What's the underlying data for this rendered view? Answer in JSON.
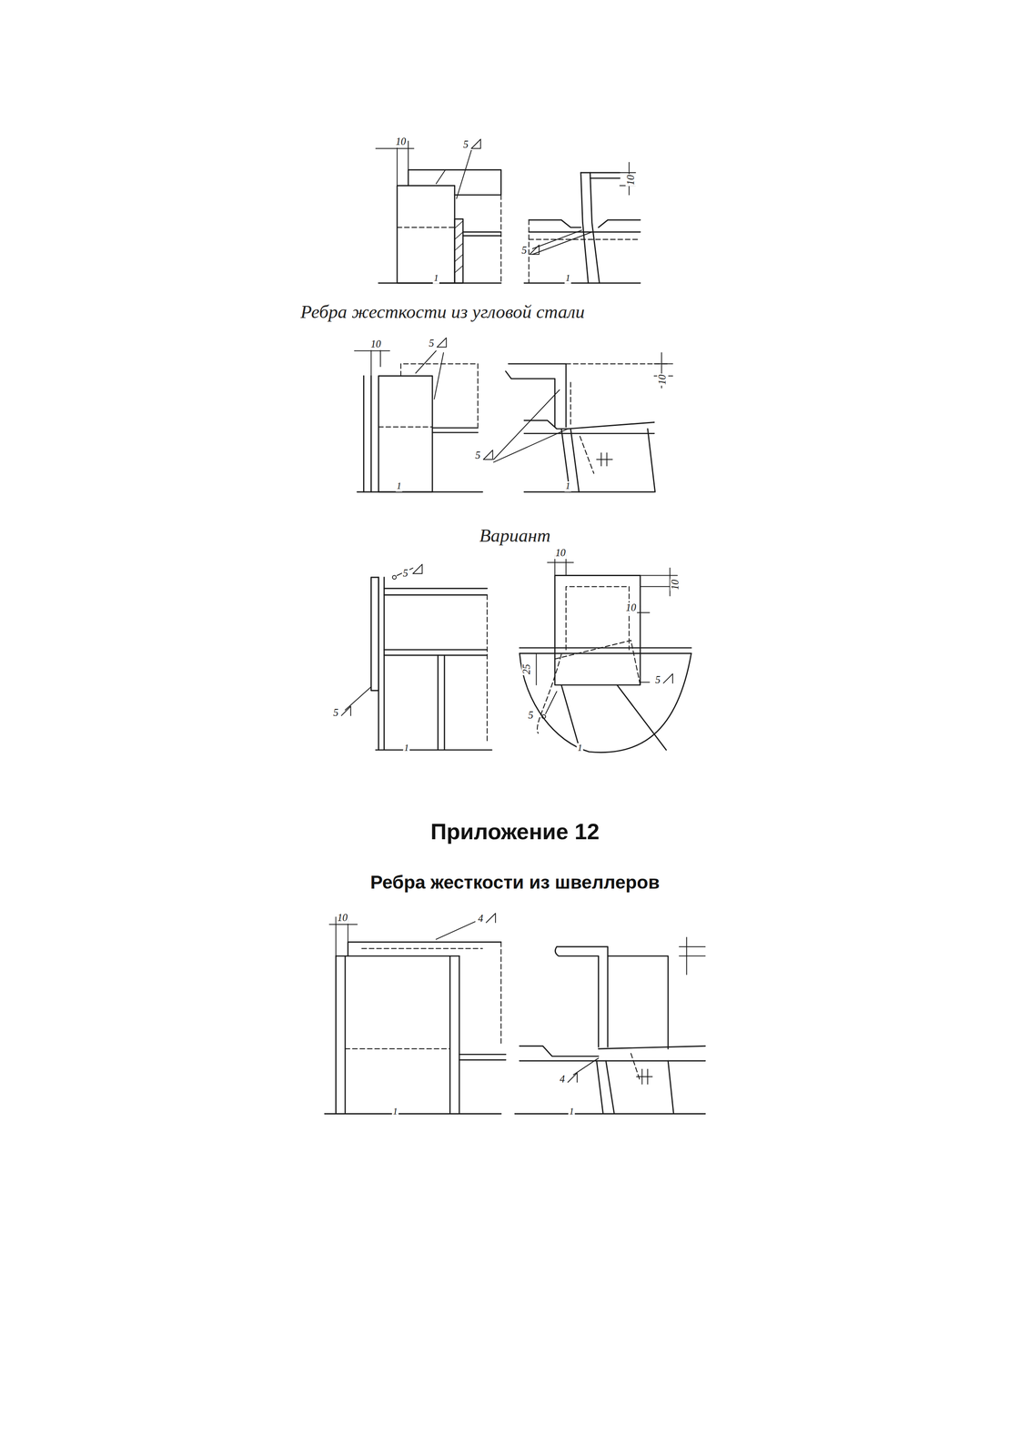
{
  "diagram": {
    "title": "Приложение 12",
    "labels": [
      "10",
      "5",
      "10",
      "5",
      "1",
      "1",
      "Ребра жесткости из угловой стали",
      "10",
      "5",
      "10",
      "5",
      "1",
      "1",
      "Вариант",
      "10",
      "5",
      "10",
      "10",
      "25",
      "5",
      "5",
      "5",
      "1",
      "1",
      "Ребра жесткости из швеллеров",
      "10",
      "4",
      "4",
      "1",
      "1"
    ]
  }
}
